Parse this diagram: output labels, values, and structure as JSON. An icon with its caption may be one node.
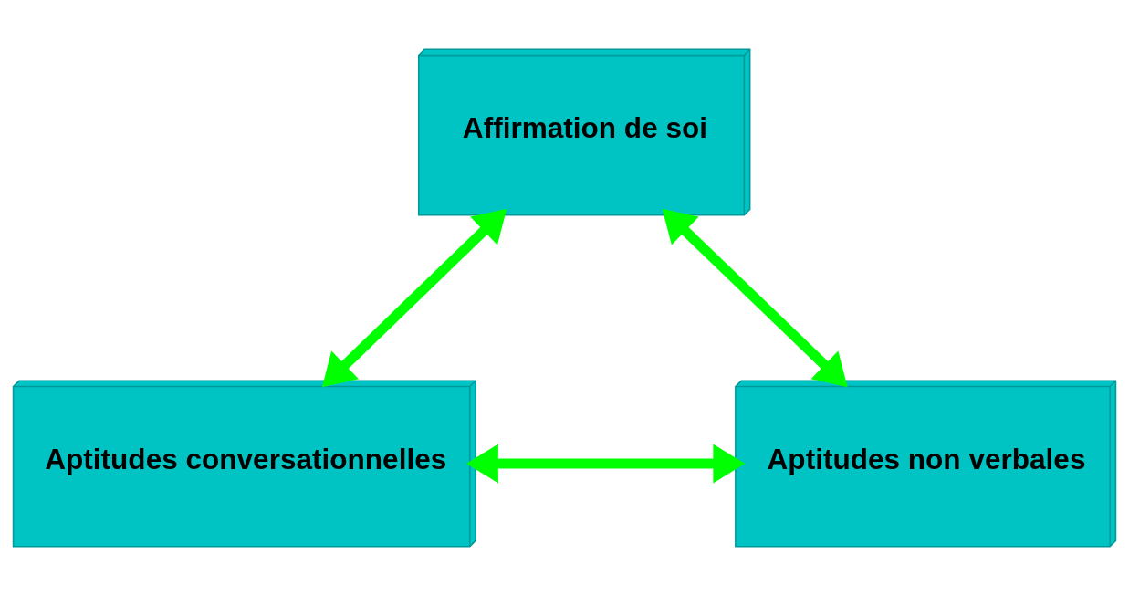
{
  "diagram": {
    "nodes": [
      {
        "text": [
          "Affirmation de soi"
        ]
      },
      {
        "text": [
          "Aptitudes conversationnelles"
        ]
      },
      {
        "text": [
          "Aptitudes non verbales"
        ]
      }
    ],
    "edges": [
      {
        "from": 0,
        "to": 1,
        "arrow": "both"
      },
      {
        "from": 0,
        "to": 2,
        "arrow": "both"
      },
      {
        "from": 1,
        "to": 2,
        "arrow": "both"
      }
    ]
  }
}
